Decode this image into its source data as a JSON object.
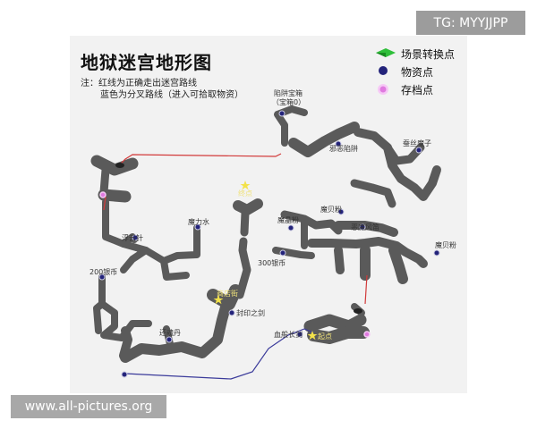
{
  "title": "地狱迷宫地形图",
  "notes": {
    "line1": "注：红线为正确走出迷宫路线",
    "line2": "蓝色为分叉路线（进入可拾取物资）"
  },
  "legend": {
    "scene_point": "场景转换点",
    "item_point": "物资点",
    "save_point": "存档点"
  },
  "labels": {
    "trapped_chest": "陷阱宝箱",
    "trapped_chest_sub": "（宝箱0）",
    "evil_trap": "邪恶陷阱",
    "silk_charm": "蚕丝魔子",
    "end": "终点",
    "shell_powder_a": "魔贝粉",
    "crystal_powder": "魔晶粉",
    "evil_wind_flute": "恶魔风笛",
    "shell_powder_b": "魔贝粉",
    "mana_water": "魔力水",
    "float_needle": "浮云针",
    "coins_300": "300银币",
    "coins_200": "200银币",
    "shop_street": "商店街",
    "sealed_sword": "封印之剑",
    "revive_pill": "还魂丹",
    "blood_orb": "血般长剑",
    "start": "起点"
  },
  "colors": {
    "maze": "#5a5a5a",
    "correct_route": "#d23a3a",
    "branch_route": "#3a3a9a",
    "item_marker": "#23237a",
    "save_marker": "#e07ae0",
    "star": "#f3e24a",
    "scene_marker": "#2fbf3a"
  },
  "watermarks": {
    "tg": "TG: MYYJJPP",
    "site": "www.all-pictures.org"
  }
}
